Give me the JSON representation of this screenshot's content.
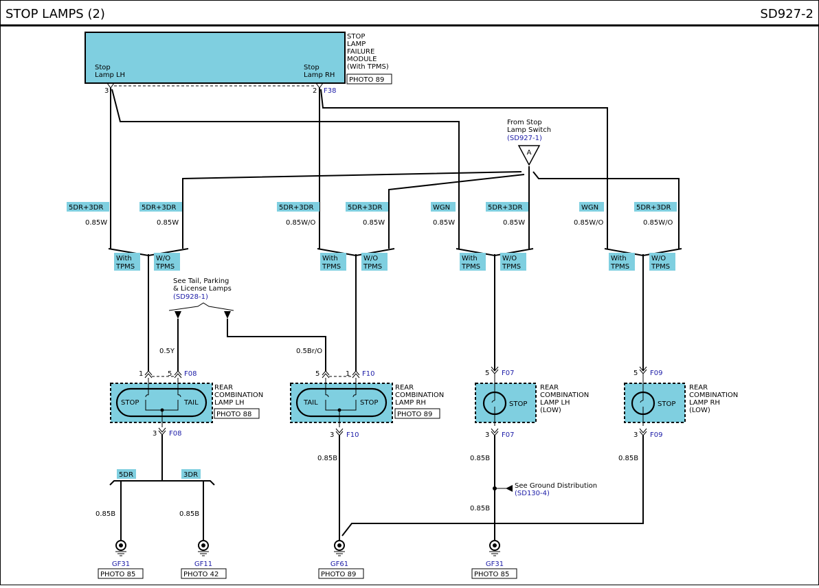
{
  "header": {
    "title": "STOP LAMPS (2)",
    "code": "SD927-2"
  },
  "module": {
    "name_lines": [
      "STOP",
      "LAMP",
      "FAILURE",
      "MODULE",
      "(With TPMS)"
    ],
    "photo": "PHOTO 89",
    "left_pin_lines": [
      "Stop",
      "Lamp LH"
    ],
    "right_pin_lines": [
      "Stop",
      "Lamp RH"
    ],
    "left_pin_no": "3",
    "right_pin_no": "2",
    "connector": "F38"
  },
  "switch_ref": {
    "lines": [
      "From Stop",
      "Lamp Switch"
    ],
    "ref": "(SD927-1)",
    "marker": "A"
  },
  "tail_ref": {
    "lines": [
      "See Tail, Parking",
      "& License Lamps"
    ],
    "ref": "(SD928-1)"
  },
  "ground_ref": {
    "line": "See Ground Distribution",
    "ref": "(SD130-4)"
  },
  "wire_groups": [
    {
      "tag1": "5DR+3DR",
      "wire1": "0.85W",
      "tag2": "5DR+3DR",
      "wire2": "0.85W",
      "with": [
        "With",
        "TPMS"
      ],
      "wo": [
        "W/O",
        "TPMS"
      ]
    },
    {
      "tag1": "5DR+3DR",
      "wire1": "0.85W/O",
      "tag2": "5DR+3DR",
      "wire2": "0.85W",
      "with": [
        "With",
        "TPMS"
      ],
      "wo": [
        "W/O",
        "TPMS"
      ]
    },
    {
      "tag1": "WGN",
      "wire1": "0.85W",
      "tag2": "5DR+3DR",
      "wire2": "0.85W",
      "with": [
        "With",
        "TPMS"
      ],
      "wo": [
        "W/O",
        "TPMS"
      ]
    },
    {
      "tag1": "WGN",
      "wire1": "0.85W/O",
      "tag2": "5DR+3DR",
      "wire2": "0.85W/O",
      "with": [
        "With",
        "TPMS"
      ],
      "wo": [
        "W/O",
        "TPMS"
      ]
    }
  ],
  "lamps": [
    {
      "name_lines": [
        "REAR",
        "COMBINATION",
        "LAMP LH"
      ],
      "photo": "PHOTO 88",
      "left": "STOP",
      "right": "TAIL",
      "pin_a": "1",
      "pin_b": "5",
      "conn_top": "F08",
      "pin_bottom": "3",
      "conn_bottom": "F08",
      "feed_wire": "0.5Y"
    },
    {
      "name_lines": [
        "REAR",
        "COMBINATION",
        "LAMP RH"
      ],
      "photo": "PHOTO 89",
      "left": "TAIL",
      "right": "STOP",
      "pin_a": "5",
      "pin_b": "1",
      "conn_top": "F10",
      "pin_bottom": "3",
      "conn_bottom": "F10",
      "feed_wire": "0.5Br/O",
      "ground_wire": "0.85B"
    },
    {
      "name_lines": [
        "REAR",
        "COMBINATION",
        "LAMP LH",
        "(LOW)"
      ],
      "label": "STOP",
      "pin_top": "5",
      "conn_top": "F07",
      "pin_bottom": "3",
      "conn_bottom": "F07",
      "ground_wire": "0.85B",
      "ground_wire2": "0.85B"
    },
    {
      "name_lines": [
        "REAR",
        "COMBINATION",
        "LAMP RH",
        "(LOW)"
      ],
      "label": "STOP",
      "pin_top": "5",
      "conn_top": "F09",
      "pin_bottom": "3",
      "conn_bottom": "F09",
      "ground_wire": "0.85B"
    }
  ],
  "split": {
    "tag_left": "5DR",
    "tag_right": "3DR",
    "wire_left": "0.85B",
    "wire_right": "0.85B"
  },
  "grounds": [
    {
      "id": "GF31",
      "photo": "PHOTO 85"
    },
    {
      "id": "GF11",
      "photo": "PHOTO 42"
    },
    {
      "id": "GF61",
      "photo": "PHOTO 89"
    },
    {
      "id": "GF31",
      "photo": "PHOTO 85"
    }
  ]
}
